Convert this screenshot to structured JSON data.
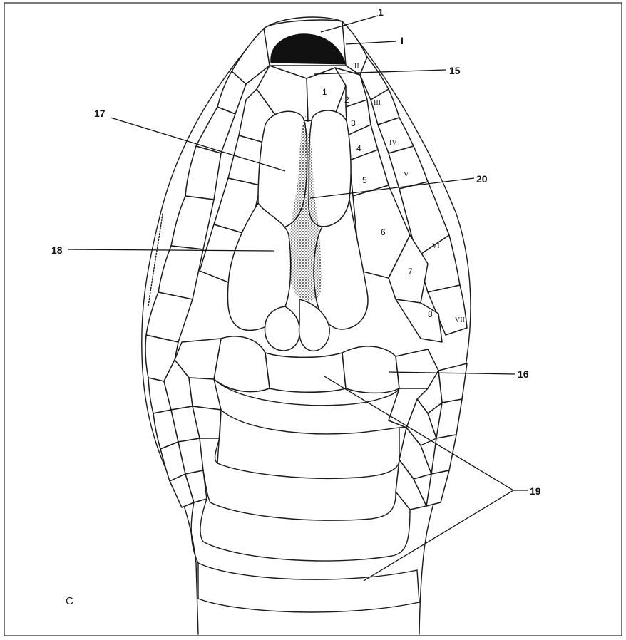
{
  "panel_letter": "C",
  "callouts": {
    "c1": "1",
    "cI": "I",
    "c15": "15",
    "c17": "17",
    "c20": "20",
    "c18": "18",
    "c16": "16",
    "c19": "19"
  },
  "infralabials": [
    "1",
    "2",
    "3",
    "4",
    "5",
    "6",
    "7",
    "8"
  ],
  "supralabials": [
    "II",
    "III",
    "IV",
    "V",
    "VI",
    "VII"
  ],
  "colors": {
    "ink": "#1a1a1a",
    "background": "#ffffff"
  }
}
